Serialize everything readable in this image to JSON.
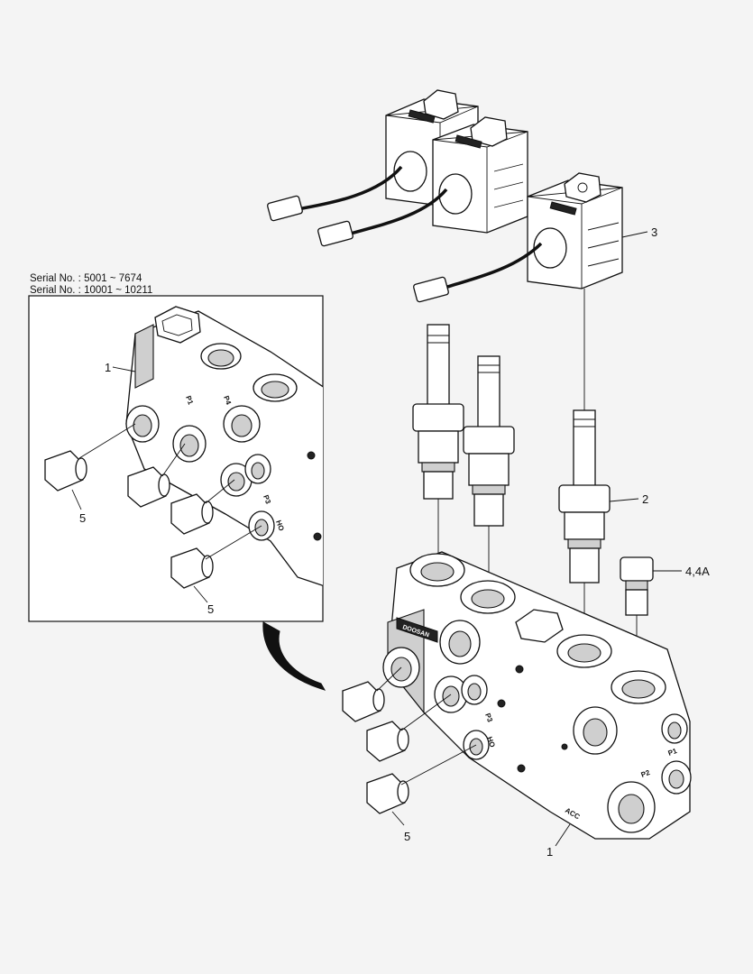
{
  "serial_numbers": [
    "Serial No. : 5001 ~ 7674",
    "Serial No. : 10001 ~ 10211"
  ],
  "callouts": {
    "inset_body": "1",
    "inset_plug_top": "5",
    "inset_plug_bottom": "5",
    "main_body": "1",
    "cartridge_valve": "2",
    "solenoid_coil": "3",
    "relief_valve": "4,4A",
    "main_plug": "5"
  },
  "port_labels": {
    "p1": "P1",
    "p2": "P2",
    "p3": "P3",
    "p4": "P4",
    "ho": "HO",
    "acc": "ACC",
    "brand": "DOOSAN"
  }
}
